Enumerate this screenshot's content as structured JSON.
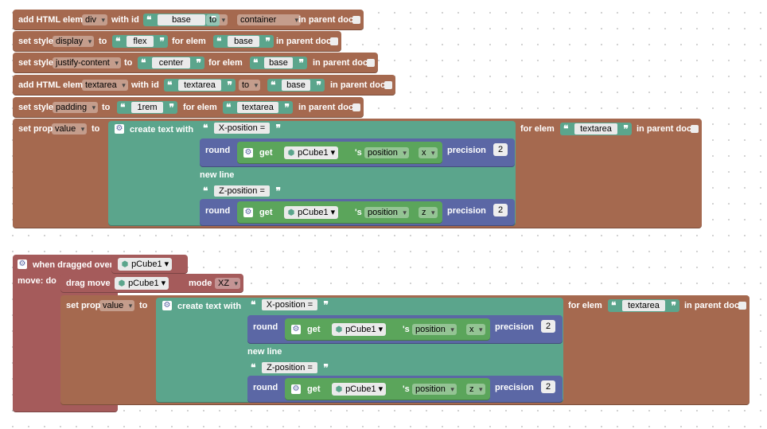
{
  "colors": {
    "text": "#a5694f",
    "string": "#5ba58c",
    "math": "#5b67a5",
    "object": "#5ba55b",
    "event": "#a55b5b"
  },
  "b1": {
    "add": "add HTML elem",
    "type": "div",
    "withid": "with id",
    "id": "base",
    "to": "to",
    "parent": "container",
    "inparent": "in parent doc"
  },
  "b2": {
    "setstyle": "set style",
    "prop": "display",
    "to": "to",
    "val": "flex",
    "forelem": "for elem",
    "elem": "base",
    "inparent": "in parent doc"
  },
  "b3": {
    "setstyle": "set style",
    "prop": "justify-content",
    "to": "to",
    "val": "center",
    "forelem": "for elem",
    "elem": "base",
    "inparent": "in parent doc"
  },
  "b4": {
    "add": "add HTML elem",
    "type": "textarea",
    "withid": "with id",
    "id": "textarea",
    "to": "to",
    "parent": "base",
    "inparent": "in parent doc"
  },
  "b5": {
    "setstyle": "set style",
    "prop": "padding",
    "to": "to",
    "val": "1rem",
    "forelem": "for elem",
    "elem": "textarea",
    "inparent": "in parent doc"
  },
  "b6": {
    "setprop": "set prop",
    "prop": "value",
    "to": "to",
    "create": "create text with",
    "s1": "X-position = ",
    "round": "round",
    "get": "get",
    "obj": "pCube1",
    "s": "'s",
    "attr": "position",
    "axis1": "x",
    "precision": "precision",
    "p": "2",
    "newline": "new line",
    "s2": "Z-position = ",
    "axis2": "z",
    "forelem": "for elem",
    "elem": "textarea",
    "inparent": "in parent doc"
  },
  "ev": {
    "when": "when dragged over",
    "obj": "pCube1",
    "movedo": "move: do",
    "dragmove": "drag move",
    "dragobj": "pCube1",
    "mode": "mode",
    "modeval": "XZ"
  },
  "b7": {
    "setprop": "set prop",
    "prop": "value",
    "to": "to",
    "create": "create text with",
    "s1": "X-position = ",
    "round": "round",
    "get": "get",
    "obj": "pCube1",
    "s": "'s",
    "attr": "position",
    "axis1": "x",
    "precision": "precision",
    "p": "2",
    "newline": "new line",
    "s2": "Z-position = ",
    "axis2": "z",
    "forelem": "for elem",
    "elem": "textarea",
    "inparent": "in parent doc"
  },
  "icons": {
    "gear": "gear-icon",
    "cube": "cube-icon",
    "checkbox": "checkbox-icon"
  }
}
